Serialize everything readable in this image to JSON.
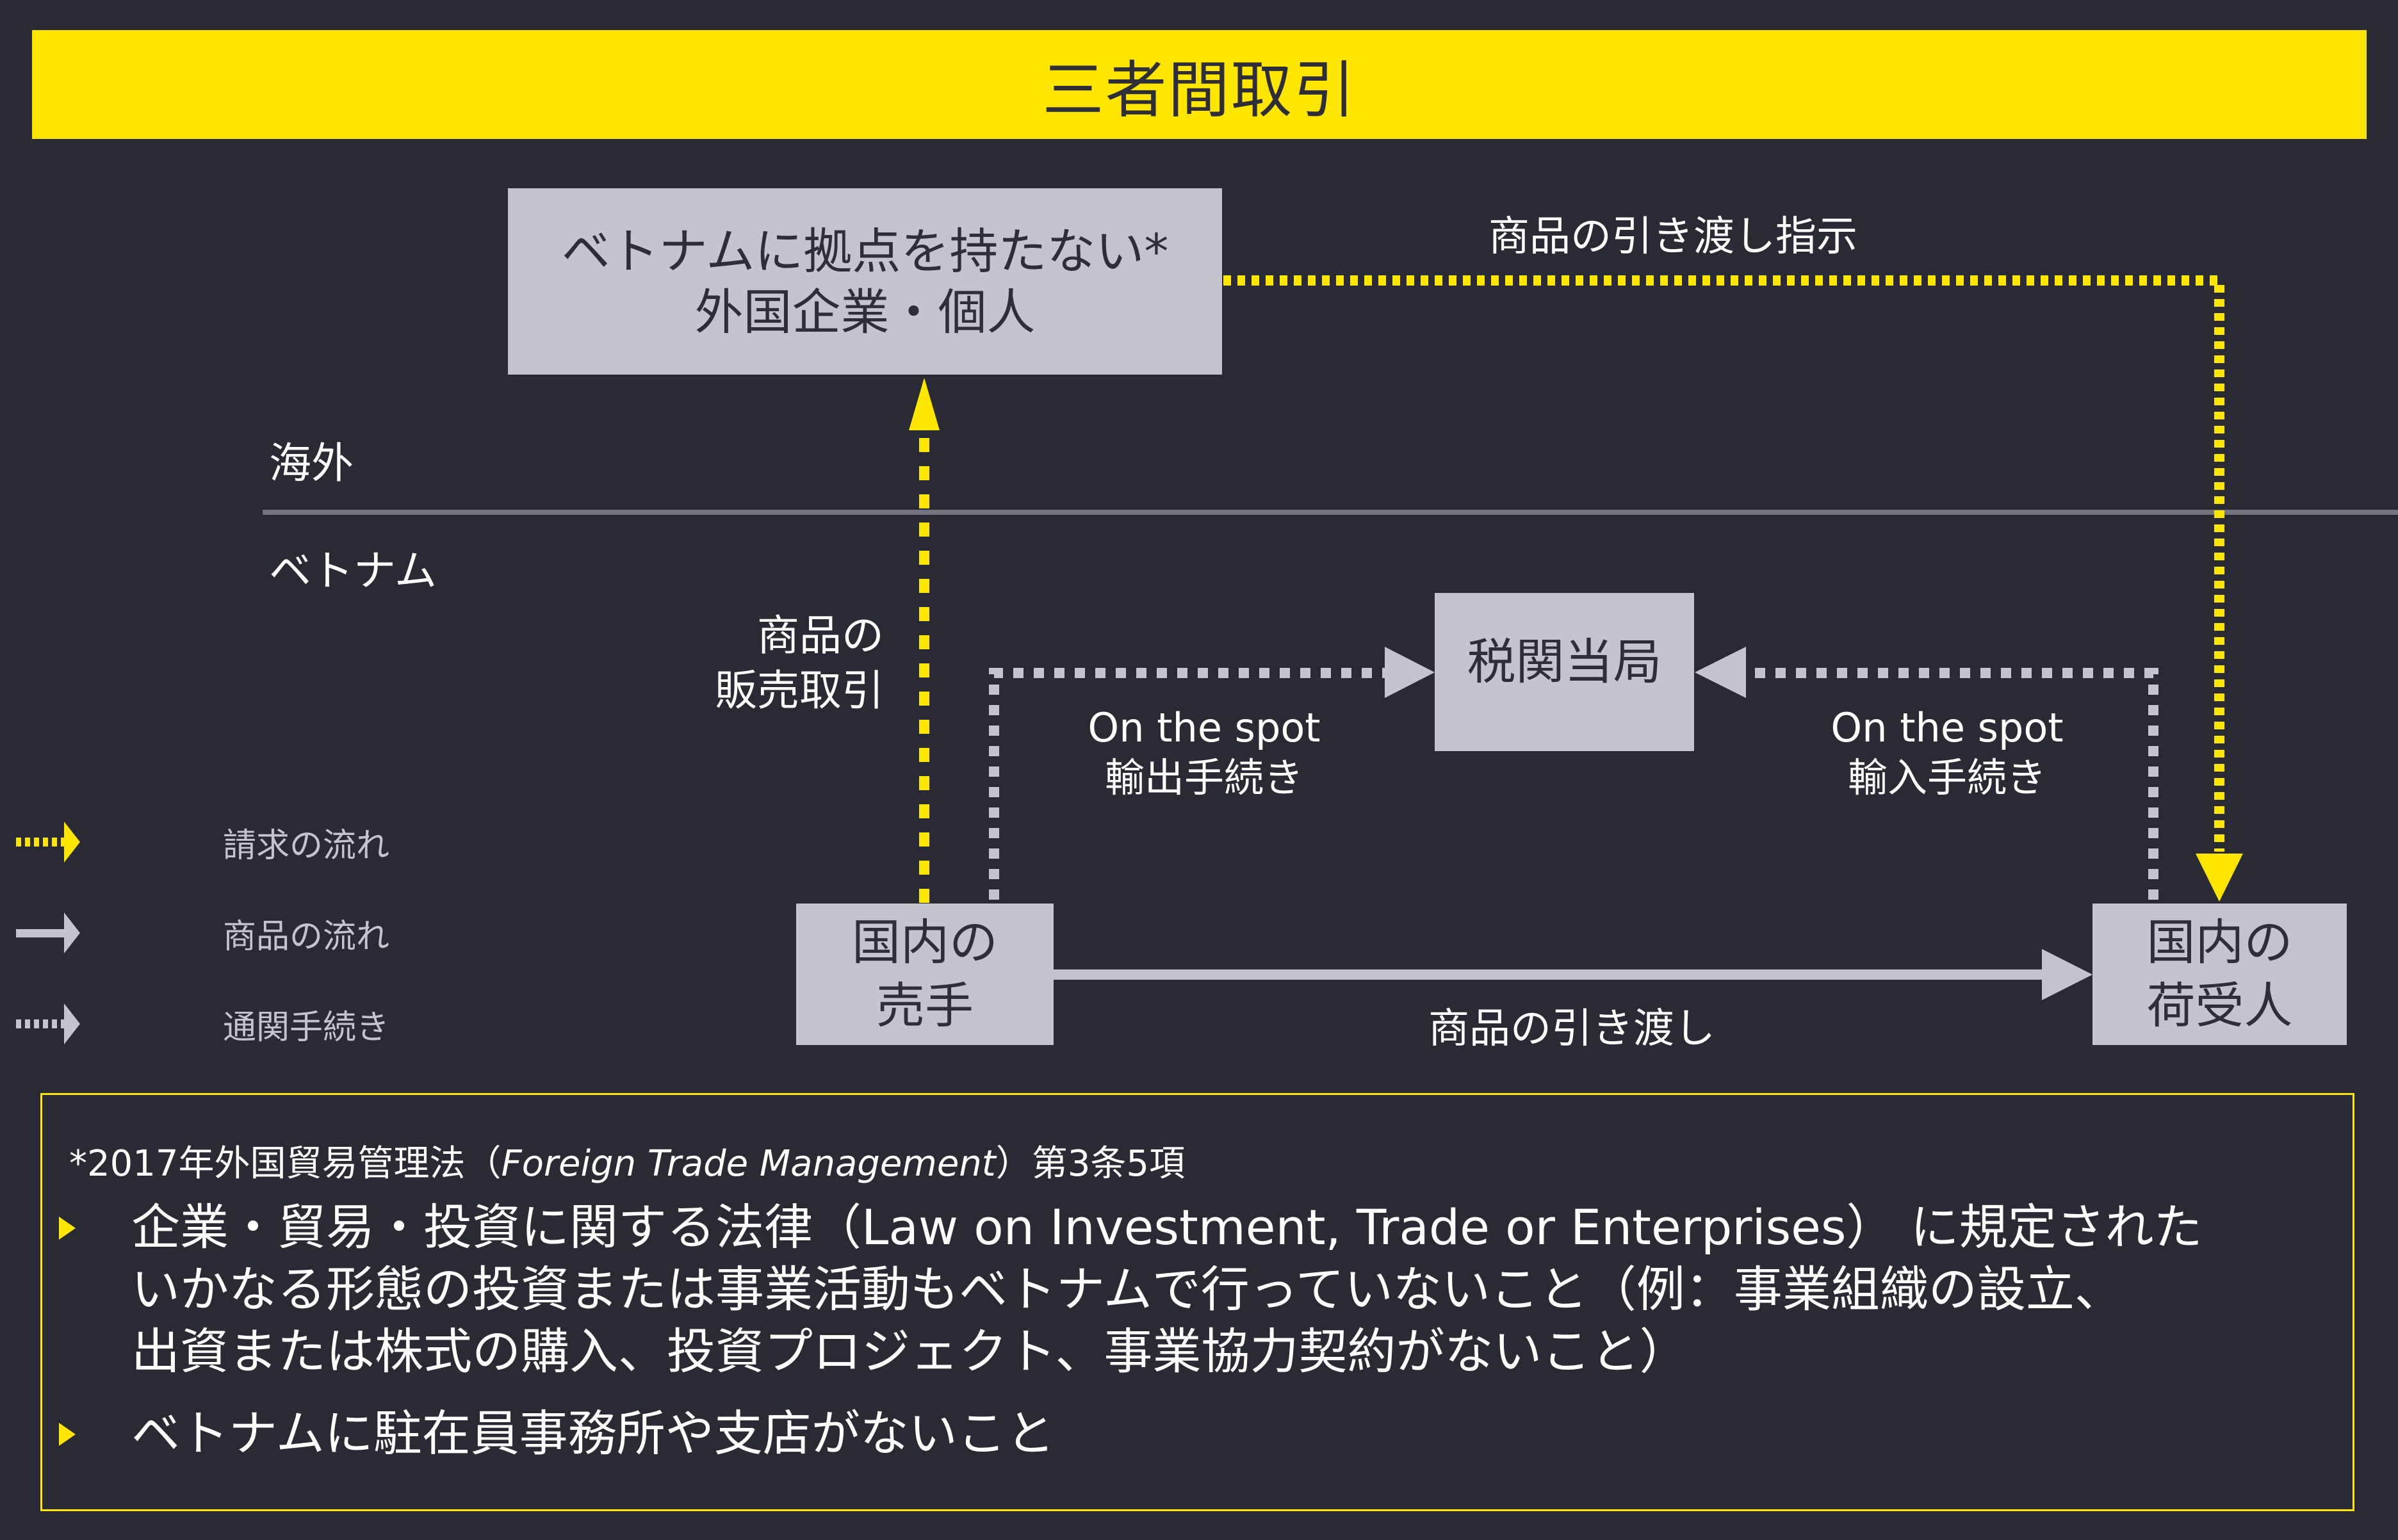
{
  "title": "三者間取引",
  "colors": {
    "background": "#2A2A35",
    "accent_yellow": "#FFE600",
    "box_gray": "#C4C4CD",
    "divider": "#747480",
    "text_dark": "#2E2E38"
  },
  "regions": {
    "overseas": "海外",
    "vietnam": "ベトナム"
  },
  "nodes": {
    "foreign_entity": {
      "lines": [
        "ベトナムに拠点を持たない*",
        "外国企業・個人"
      ]
    },
    "customs": {
      "lines": [
        "税関当局"
      ]
    },
    "domestic_seller": {
      "lines": [
        "国内の",
        "売手"
      ]
    },
    "domestic_receiver": {
      "lines": [
        "国内の",
        "荷受人"
      ]
    }
  },
  "edges": {
    "delivery_instruction": {
      "label": "商品の引き渡し指示",
      "type": "billing",
      "from": "foreign_entity",
      "to": "domestic_receiver"
    },
    "sales_transaction": {
      "lines": [
        "商品の",
        "販売取引"
      ],
      "type": "billing",
      "from": "domestic_seller",
      "to": "foreign_entity"
    },
    "export_procedure": {
      "lines": [
        "On the spot",
        "輸出手続き"
      ],
      "type": "customs",
      "from": "domestic_seller",
      "to": "customs"
    },
    "import_procedure": {
      "lines": [
        "On the spot",
        "輸入手続き"
      ],
      "type": "customs",
      "from": "domestic_receiver",
      "to": "customs"
    },
    "goods_delivery": {
      "label": "商品の引き渡し",
      "type": "goods",
      "from": "domestic_seller",
      "to": "domestic_receiver"
    }
  },
  "legend": [
    {
      "type": "billing",
      "label": "請求の流れ",
      "style": "dotted-yellow-arrow"
    },
    {
      "type": "goods",
      "label": "商品の流れ",
      "style": "solid-gray-arrow"
    },
    {
      "type": "customs",
      "label": "通関手続き",
      "style": "dotted-gray-arrow"
    }
  ],
  "footnote": {
    "heading_prefix": "*2017年外国貿易管理法（",
    "heading_italic": "Foreign Trade Management",
    "heading_suffix": "）第3条5項",
    "bullets": [
      {
        "icon": "triangle-bullet-icon",
        "lines": [
          "企業・貿易・投資に関する法律（Law on Investment, Trade or Enterprises） に規定された",
          "いかなる形態の投資または事業活動もベトナムで行っていないこと（例：事業組織の設立、",
          "出資または株式の購入、投資プロジェクト、事業協力契約がないこと）"
        ]
      },
      {
        "icon": "triangle-bullet-icon",
        "lines": [
          "ベトナムに駐在員事務所や支店がないこと"
        ]
      }
    ]
  }
}
